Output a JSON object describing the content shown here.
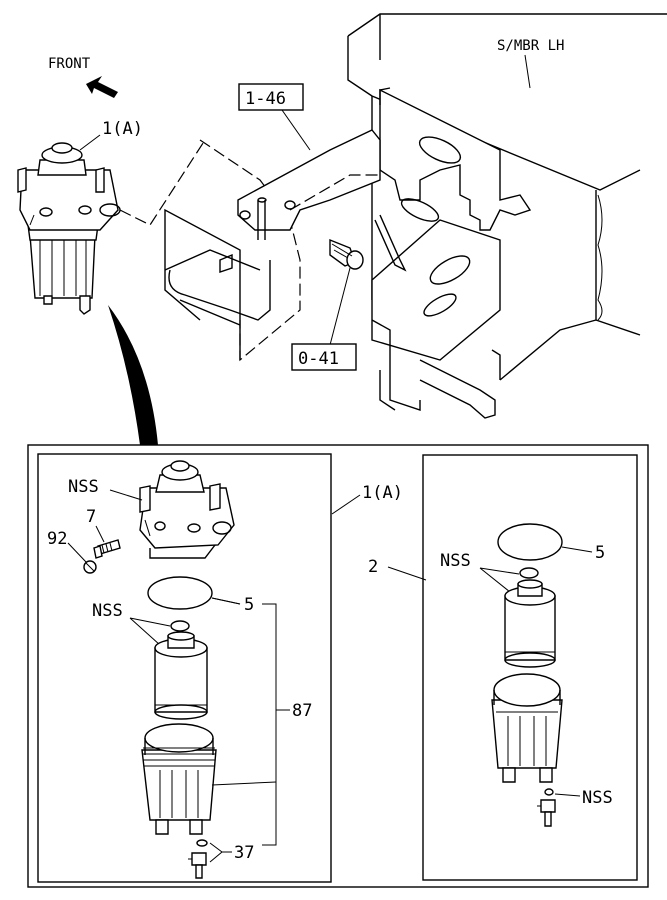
{
  "labels": {
    "front": "FRONT",
    "smbr": "S/MBR LH",
    "bracket": "1-46",
    "bolt": "0-41",
    "assembly_top": "1(A)",
    "assembly_box": "1(A)",
    "nss_top": "NSS",
    "p7": "7",
    "p92": "92",
    "p5_left": "5",
    "nss_mid": "NSS",
    "p87": "87",
    "p37": "37",
    "p2": "2",
    "nss_right_top": "NSS",
    "p5_right": "5",
    "nss_right_bottom": "NSS"
  }
}
